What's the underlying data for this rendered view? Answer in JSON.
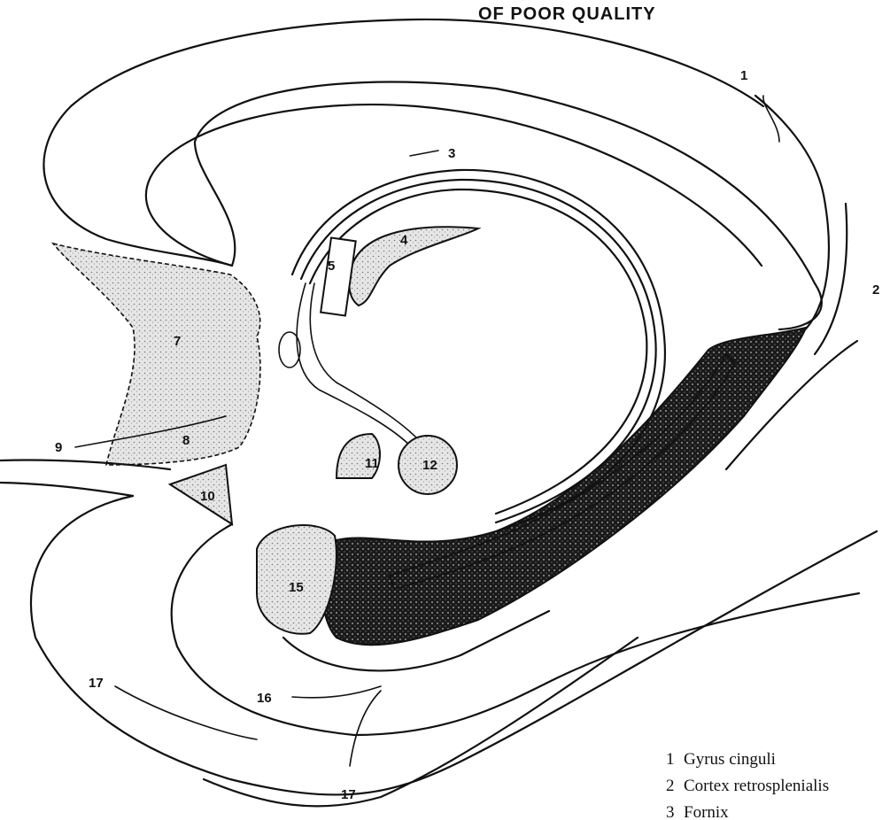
{
  "header": {
    "text": "OF POOR QUALITY"
  },
  "labels": {
    "l1": "1",
    "l2": "2",
    "l3": "3",
    "l4": "4",
    "l5": "5",
    "l7": "7",
    "l8": "8",
    "l9": "9",
    "l10": "10",
    "l11": "11",
    "l12": "12",
    "l15": "15",
    "l16": "16",
    "l17a": "17",
    "l17b": "17"
  },
  "legend": [
    {
      "number": "1",
      "name": "Gyrus cinguli"
    },
    {
      "number": "2",
      "name": "Cortex retrosplenialis"
    },
    {
      "number": "3",
      "name": "Fornix"
    }
  ]
}
